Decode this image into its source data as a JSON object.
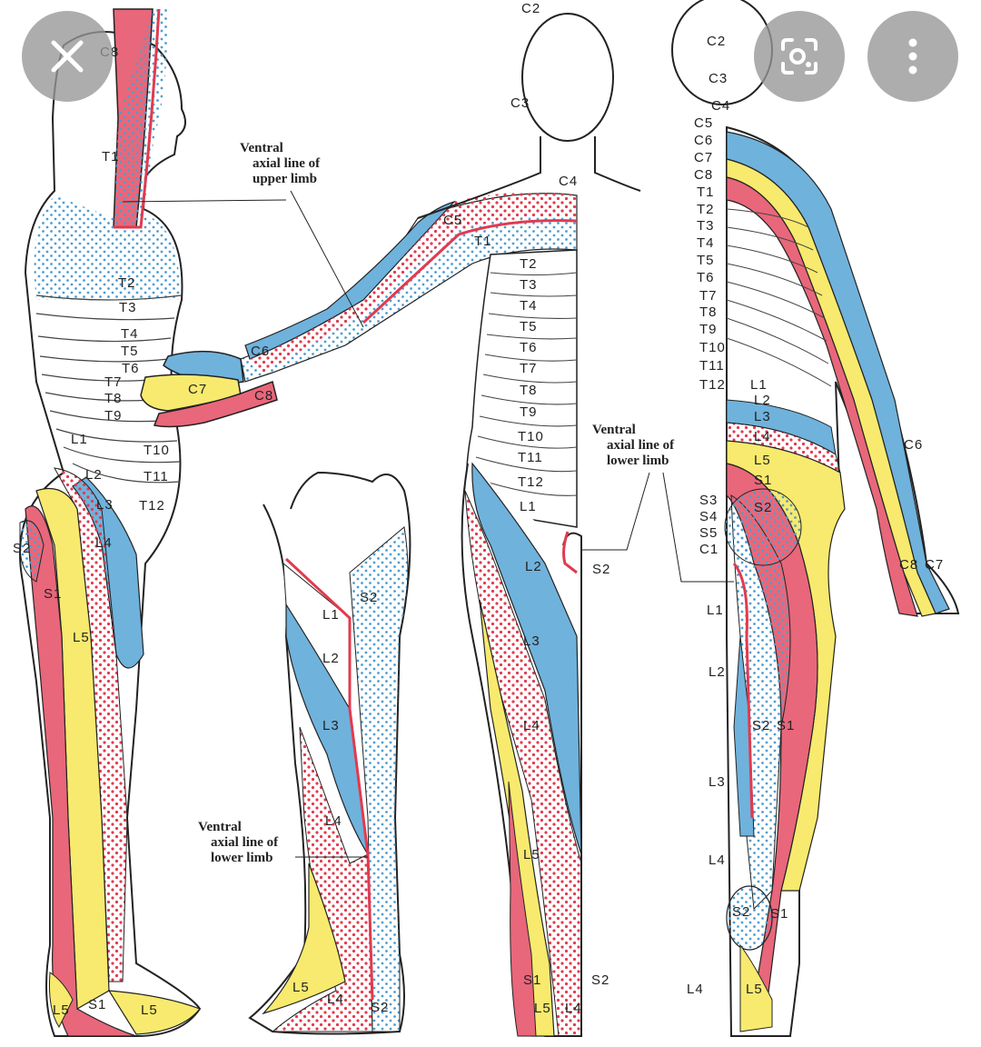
{
  "toolbar": {
    "close_icon": "close-icon",
    "lens_icon": "lens-icon",
    "more_icon": "more-vert-icon",
    "button_color": "#9a9a9a"
  },
  "colors": {
    "red": "#e8677a",
    "yellow": "#f7ea6e",
    "blue": "#6fb2dc",
    "red_dots": "#e23a4e",
    "blue_dots": "#4f9dd0",
    "outline": "#222222"
  },
  "captions": {
    "upper_1": "Ventral",
    "upper_2": "axial line of",
    "upper_3": "upper limb",
    "lower_right_1": "Ventral",
    "lower_right_2": "axial line of",
    "lower_right_3": "lower limb",
    "lower_left_1": "Ventral",
    "lower_left_2": "axial line of",
    "lower_left_3": "lower limb"
  },
  "labels": {
    "side": [
      "C8",
      "T1",
      "T2",
      "T3",
      "T4",
      "T5",
      "T6",
      "T7",
      "T8",
      "T9",
      "T10",
      "T11",
      "T12",
      "L1",
      "L2",
      "L3",
      "L4",
      "S2",
      "S1",
      "L5",
      "L5",
      "S1",
      "L5"
    ],
    "arm": [
      "C5",
      "T1",
      "C6",
      "C7",
      "C8"
    ],
    "front_head": [
      "C2",
      "C3",
      "C4"
    ],
    "front_trunk": [
      "T2",
      "T3",
      "T4",
      "T5",
      "T6",
      "T7",
      "T8",
      "T9",
      "T10",
      "T11",
      "T12",
      "L1",
      "L2",
      "S2",
      "L3",
      "L4",
      "L5",
      "S1",
      "S2",
      "L5",
      "L4"
    ],
    "leg": [
      "L1",
      "S2",
      "L2",
      "L3",
      "L4",
      "L5",
      "L4",
      "S2"
    ],
    "back": [
      "C2",
      "C3",
      "C4",
      "C5",
      "C6",
      "C7",
      "C8",
      "T1",
      "T2",
      "T3",
      "T4",
      "T5",
      "T6",
      "T7",
      "T8",
      "T9",
      "T10",
      "T11",
      "T12",
      "L1",
      "L2",
      "L3",
      "L4",
      "L5",
      "S1",
      "S3",
      "S4",
      "S5",
      "C1",
      "S2",
      "L1",
      "L2",
      "S2",
      "S1",
      "L3",
      "L4",
      "S2",
      "S1",
      "L4",
      "L5",
      "C6",
      "C8",
      "C7"
    ]
  }
}
